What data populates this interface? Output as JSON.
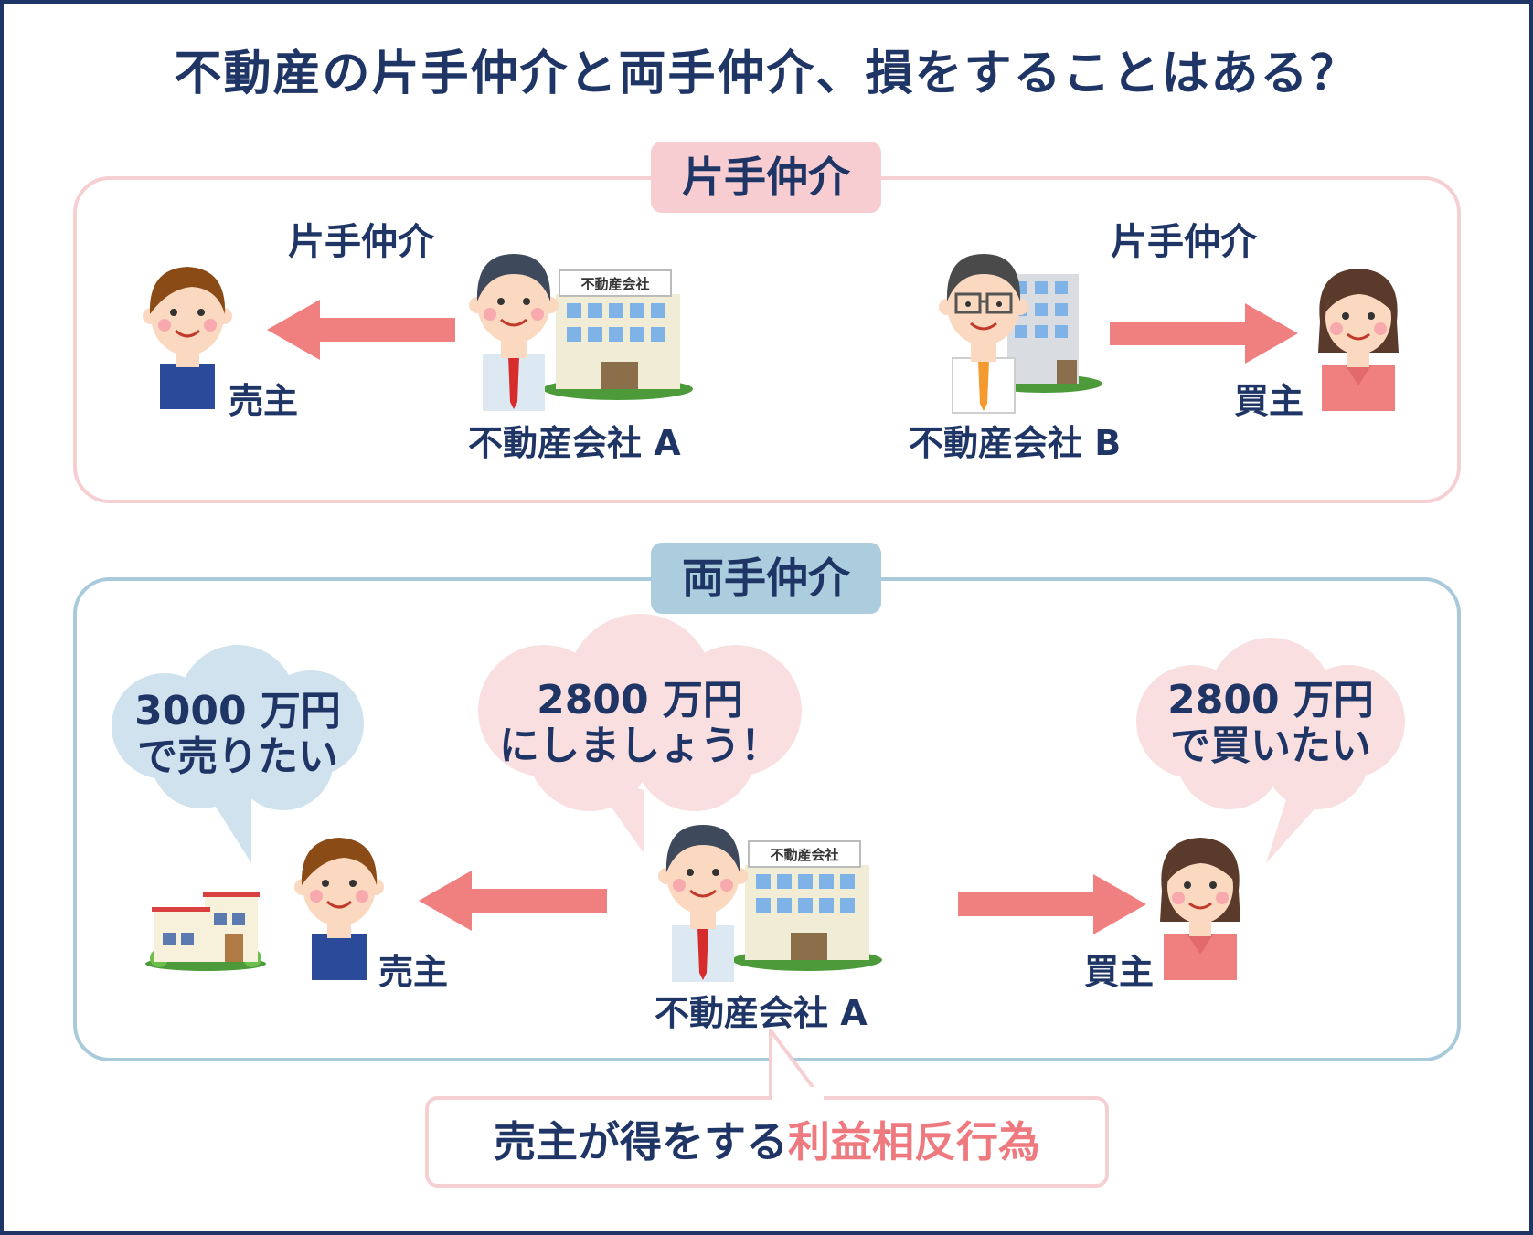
{
  "title": "不動産の片手仲介と両手仲介、損をすることはある？",
  "colors": {
    "navy": "#1f3566",
    "pink_panel": "#f6cfd2",
    "blue_panel": "#a9cadb",
    "arrow": "#f08080",
    "accent": "#ee7a7f"
  },
  "section_one_side": {
    "tab_label": "片手仲介",
    "left_label": "片手仲介",
    "right_label": "片手仲介",
    "seller_label": "売主",
    "buyer_label": "買主",
    "company_a_label": "不動産会社 A",
    "company_b_label": "不動産会社 B",
    "building_sign": "不動産会社"
  },
  "section_both_sides": {
    "tab_label": "両手仲介",
    "seller_bubble": {
      "line1": "3000 万円",
      "line2": "で売りたい"
    },
    "agent_bubble": {
      "line1": "2800 万円",
      "line2": "にしましょう！"
    },
    "buyer_bubble": {
      "line1": "2800 万円",
      "line2": "で買いたい"
    },
    "seller_label": "売主",
    "buyer_label": "買主",
    "company_a_label": "不動産会社 A",
    "building_sign": "不動産会社"
  },
  "conclusion": {
    "normal_text": "売主が得をする",
    "accent_text": "利益相反行為"
  }
}
